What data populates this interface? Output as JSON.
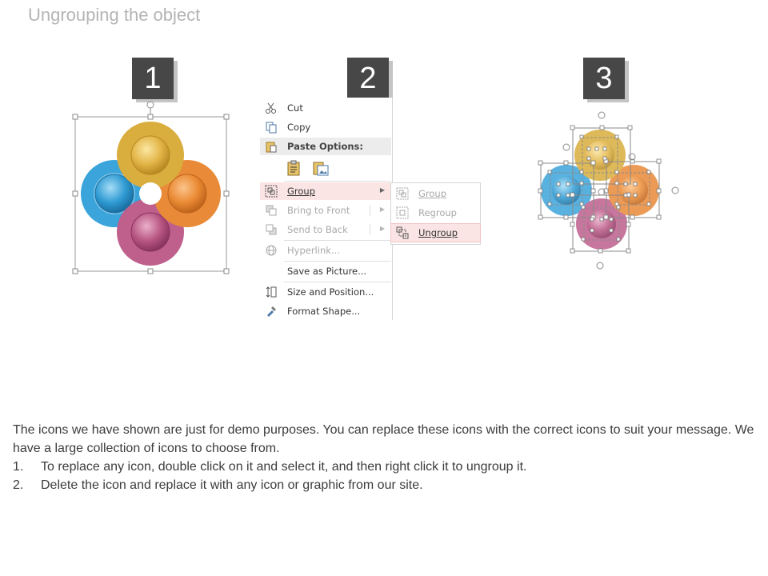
{
  "title": "Ungrouping the object",
  "steps": [
    "1",
    "2",
    "3"
  ],
  "context_menu": {
    "items": [
      {
        "label": "Cut",
        "icon": "scissors-icon",
        "disabled": false
      },
      {
        "label": "Copy",
        "icon": "copy-icon",
        "disabled": false
      },
      {
        "label": "Paste Options:",
        "icon": "paste-icon",
        "header": true
      },
      {
        "label": "Group",
        "icon": "group-icon",
        "disabled": false,
        "submenu": true,
        "highlighted": true
      },
      {
        "label": "Bring to Front",
        "icon": "bring-front-icon",
        "disabled": true,
        "submenu": true
      },
      {
        "label": "Send to Back",
        "icon": "send-back-icon",
        "disabled": true,
        "submenu": true
      },
      {
        "label": "Hyperlink...",
        "icon": "hyperlink-icon",
        "disabled": true
      },
      {
        "label": "Save as Picture...",
        "icon": "",
        "disabled": false
      },
      {
        "label": "Size and Position...",
        "icon": "size-position-icon",
        "disabled": false
      },
      {
        "label": "Format Shape...",
        "icon": "format-shape-icon",
        "disabled": false
      }
    ],
    "submenu": [
      {
        "label": "Group",
        "disabled": true
      },
      {
        "label": "Regroup",
        "disabled": true
      },
      {
        "label": "Ungroup",
        "disabled": false,
        "highlighted": true
      }
    ]
  },
  "body": {
    "intro": "The icons we have shown are just for demo purposes. You can replace these icons with the correct icons to suit your message. We have a large collection of icons to choose from.",
    "steps": [
      {
        "num": "1.",
        "text": "To replace any icon, double click on it and select it, and then right click it to ungroup it."
      },
      {
        "num": "2.",
        "text": "Delete the icon and replace it with any icon or graphic from our site."
      }
    ]
  },
  "colors": {
    "yellow": "#d6a93a",
    "orange": "#e5832f",
    "blue": "#2f9bd3",
    "magenta": "#b75582",
    "badge": "#474747",
    "highlight": "#fbe4e4"
  }
}
